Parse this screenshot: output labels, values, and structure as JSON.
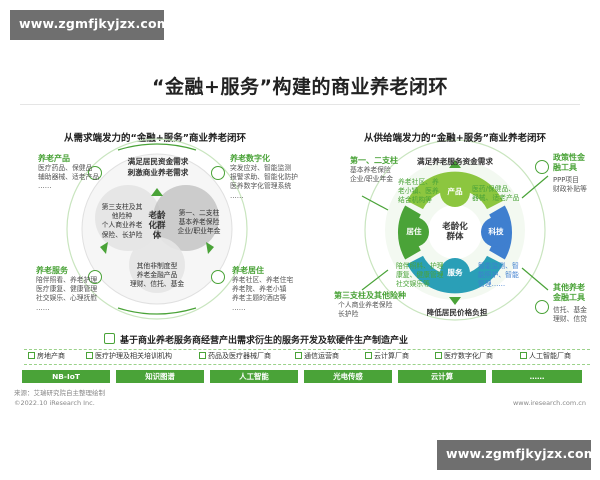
{
  "watermark": "www.zgmfjkyjzx.com",
  "title": "“金融+服务”构建的商业养老闭环",
  "left": {
    "subtitle": "从需求端发力的“金融+服务”商业养老闭环",
    "top_title": "满足居民资金需求",
    "top_sub": "刺激商业养老需求",
    "inner_left": [
      "第三支柱及其",
      "他险种",
      "个人商业养老",
      "保险、长护险"
    ],
    "center": [
      "老龄",
      "化群",
      "体"
    ],
    "inner_right": [
      "第一、二支柱",
      "基本养老保险",
      "企业/职业年金"
    ],
    "inner_bottom": [
      "其他非制度型",
      "养老金融产品",
      "理财、信托、基金"
    ],
    "panels": {
      "tl_title": "养老产品",
      "tl_body": [
        "医疗药品、保健品",
        "辅助器械、适老产品",
        "……"
      ],
      "tr_title": "养老数字化",
      "tr_body": [
        "突发应对、智能监测",
        "报警求助、智能化防护",
        "医养数字化管理系统",
        "……"
      ],
      "bl_title": "养老服务",
      "bl_body": [
        "陪伴照看、养老护理",
        "医疗康复、健康管理",
        "社交娱乐、心理抚慰",
        "……"
      ],
      "br_title": "养老居住",
      "br_body": [
        "养老社区、养老住宅",
        "养老院、养老小镇",
        "养老主题的酒店等",
        "……"
      ]
    }
  },
  "right": {
    "subtitle": "从供给端发力的“金融+服务”商业养老闭环",
    "top_label": "满足养老服务资金需求",
    "tl_title": "第一、二支柱",
    "tl_body": [
      "基本养老保险",
      "企业/职业年金"
    ],
    "bl_title": "第三支柱及其他险种",
    "bl_body": [
      "个人商业养老保险",
      "长护险"
    ],
    "center": [
      "老龄化",
      "群体"
    ],
    "nodes": {
      "top": "产品",
      "left": "居住",
      "right": "科技",
      "bottom": "服务"
    },
    "product_desc": [
      "养老社区、养",
      "老小镇、医养",
      "结合机构等"
    ],
    "product_desc2": [
      "医药/保健品、",
      "器械、适老产品"
    ],
    "service_desc": [
      "陪伴照料、护理",
      "康复、健康管理",
      "社交娱乐等"
    ],
    "tech_desc": [
      "智能监测、智",
      "能照护、智能",
      "管理……"
    ],
    "bottom_label": "降低居民价格负担",
    "far_right_top_title": [
      "政策性金",
      "融工具"
    ],
    "far_right_top_body": [
      "PPP项目",
      "财政补贴等"
    ],
    "far_right_bot_title": [
      "其他养老",
      "金融工具"
    ],
    "far_right_bot_body": [
      "信托、基金",
      "理财、信贷"
    ]
  },
  "bar": {
    "header": "基于商业养老服务商经营产出需求衍生的服务开发及软硬件生产制造产业",
    "categories": [
      "房地产商",
      "医疗护理及相关培训机构",
      "药品及医疗器械厂商",
      "通信运营商",
      "云计算厂商",
      "医疗数字化厂商",
      "人工智能厂商"
    ],
    "tech": [
      "NB-IoT",
      "知识图谱",
      "人工智能",
      "光电传感",
      "云计算",
      "……"
    ]
  },
  "source": "来源：艾瑞研究院自主整理绘制",
  "footer_left": "©2022.10 iResearch Inc.",
  "footer_right": "www.iresearch.com.cn",
  "colors": {
    "green": "#4aa338",
    "light_green": "#e8f4e3",
    "gray": "#9a9a9a",
    "teal": "#2a9fb7",
    "blue": "#3f7fcf"
  }
}
